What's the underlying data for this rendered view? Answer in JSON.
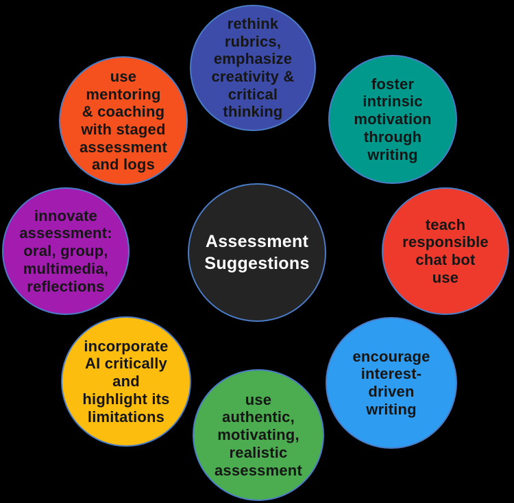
{
  "diagram": {
    "background_color": "#000000",
    "circle_border_color": "#4a7cc7",
    "label_text_color": "#161616",
    "center": {
      "label": "Assessment\nSuggestions",
      "color": "#242424",
      "text_color": "#ffffff"
    },
    "circles": [
      {
        "id": "top",
        "label": "rethink\nrubrics,\nemphasize\ncreativity &\ncritical\nthinking",
        "color": "#3c4ca8"
      },
      {
        "id": "top-right",
        "label": "foster\nintrinsic\nmotivation\nthrough\nwriting",
        "color": "#00998c"
      },
      {
        "id": "right",
        "label": "teach\nresponsible\nchat bot\nuse",
        "color": "#ee3a2d"
      },
      {
        "id": "bottom-right",
        "label": "encourage\ninterest-\ndriven\nwriting",
        "color": "#2e9cf0"
      },
      {
        "id": "bottom",
        "label": "use\nauthentic,\nmotivating,\nrealistic\nassessment",
        "color": "#4cac50"
      },
      {
        "id": "bottom-left",
        "label": "incorporate\nAI critically\nand\nhighlight its\nlimitations",
        "color": "#fcbd0e"
      },
      {
        "id": "left",
        "label": "innovate\nassessment:\noral, group,\nmultimedia,\nreflections",
        "color": "#a21cb0"
      },
      {
        "id": "top-left",
        "label": "use\nmentoring\n& coaching\nwith staged\nassessment\nand logs",
        "color": "#f4511e"
      }
    ]
  }
}
